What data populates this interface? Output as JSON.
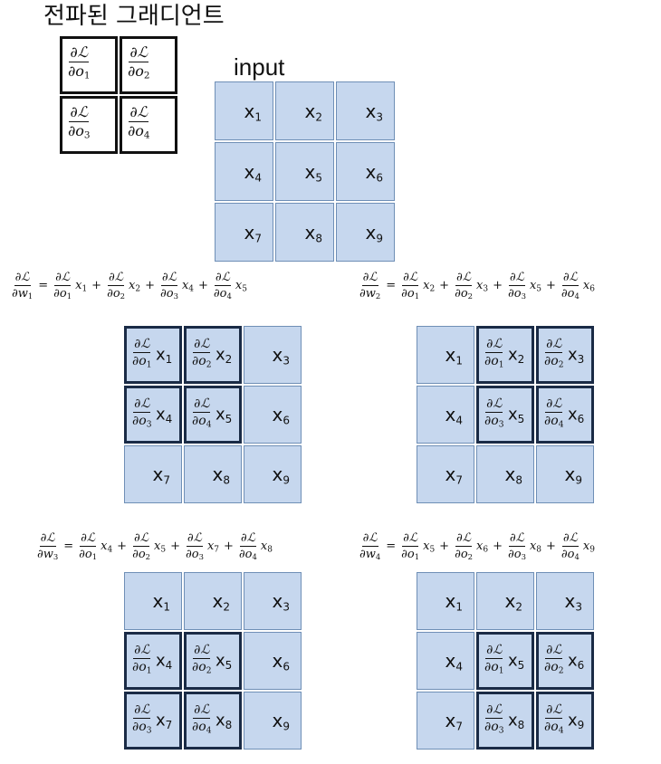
{
  "title": "전파된 그래디언트",
  "input_label": "input",
  "colors": {
    "cell_fill": "#c6d7ee",
    "cell_border": "#6f8fb6",
    "highlight_border": "#1a2b46"
  },
  "symbols": {
    "partial_L": "∂ℒ",
    "partial": "∂",
    "equals": "=",
    "plus": "+"
  },
  "gradient_cells": [
    {
      "base": "o",
      "sub": "1"
    },
    {
      "base": "o",
      "sub": "2"
    },
    {
      "base": "o",
      "sub": "3"
    },
    {
      "base": "o",
      "sub": "4"
    }
  ],
  "input_cells": [
    {
      "base": "x",
      "sub": "1"
    },
    {
      "base": "x",
      "sub": "2"
    },
    {
      "base": "x",
      "sub": "3"
    },
    {
      "base": "x",
      "sub": "4"
    },
    {
      "base": "x",
      "sub": "5"
    },
    {
      "base": "x",
      "sub": "6"
    },
    {
      "base": "x",
      "sub": "7"
    },
    {
      "base": "x",
      "sub": "8"
    },
    {
      "base": "x",
      "sub": "9"
    }
  ],
  "panels": [
    {
      "lhs": {
        "base": "w",
        "sub": "1"
      },
      "terms": [
        {
          "o": "1",
          "x": "1"
        },
        {
          "o": "2",
          "x": "2"
        },
        {
          "o": "3",
          "x": "4"
        },
        {
          "o": "4",
          "x": "5"
        }
      ],
      "cells": [
        {
          "x": "1",
          "o": "1"
        },
        {
          "x": "2",
          "o": "2"
        },
        {
          "x": "3",
          "o": ""
        },
        {
          "x": "4",
          "o": "3"
        },
        {
          "x": "5",
          "o": "4"
        },
        {
          "x": "6",
          "o": ""
        },
        {
          "x": "7",
          "o": ""
        },
        {
          "x": "8",
          "o": ""
        },
        {
          "x": "9",
          "o": ""
        }
      ]
    },
    {
      "lhs": {
        "base": "w",
        "sub": "2"
      },
      "terms": [
        {
          "o": "1",
          "x": "2"
        },
        {
          "o": "2",
          "x": "3"
        },
        {
          "o": "3",
          "x": "5"
        },
        {
          "o": "4",
          "x": "6"
        }
      ],
      "cells": [
        {
          "x": "1",
          "o": ""
        },
        {
          "x": "2",
          "o": "1"
        },
        {
          "x": "3",
          "o": "2"
        },
        {
          "x": "4",
          "o": ""
        },
        {
          "x": "5",
          "o": "3"
        },
        {
          "x": "6",
          "o": "4"
        },
        {
          "x": "7",
          "o": ""
        },
        {
          "x": "8",
          "o": ""
        },
        {
          "x": "9",
          "o": ""
        }
      ]
    },
    {
      "lhs": {
        "base": "w",
        "sub": "3"
      },
      "terms": [
        {
          "o": "1",
          "x": "4"
        },
        {
          "o": "2",
          "x": "5"
        },
        {
          "o": "3",
          "x": "7"
        },
        {
          "o": "4",
          "x": "8"
        }
      ],
      "cells": [
        {
          "x": "1",
          "o": ""
        },
        {
          "x": "2",
          "o": ""
        },
        {
          "x": "3",
          "o": ""
        },
        {
          "x": "4",
          "o": "1"
        },
        {
          "x": "5",
          "o": "2"
        },
        {
          "x": "6",
          "o": ""
        },
        {
          "x": "7",
          "o": "3"
        },
        {
          "x": "8",
          "o": "4"
        },
        {
          "x": "9",
          "o": ""
        }
      ]
    },
    {
      "lhs": {
        "base": "w",
        "sub": "4"
      },
      "terms": [
        {
          "o": "1",
          "x": "5"
        },
        {
          "o": "2",
          "x": "6"
        },
        {
          "o": "3",
          "x": "8"
        },
        {
          "o": "4",
          "x": "9"
        }
      ],
      "cells": [
        {
          "x": "1",
          "o": ""
        },
        {
          "x": "2",
          "o": ""
        },
        {
          "x": "3",
          "o": ""
        },
        {
          "x": "4",
          "o": ""
        },
        {
          "x": "5",
          "o": "1"
        },
        {
          "x": "6",
          "o": "2"
        },
        {
          "x": "7",
          "o": ""
        },
        {
          "x": "8",
          "o": "3"
        },
        {
          "x": "9",
          "o": "4"
        }
      ]
    }
  ]
}
